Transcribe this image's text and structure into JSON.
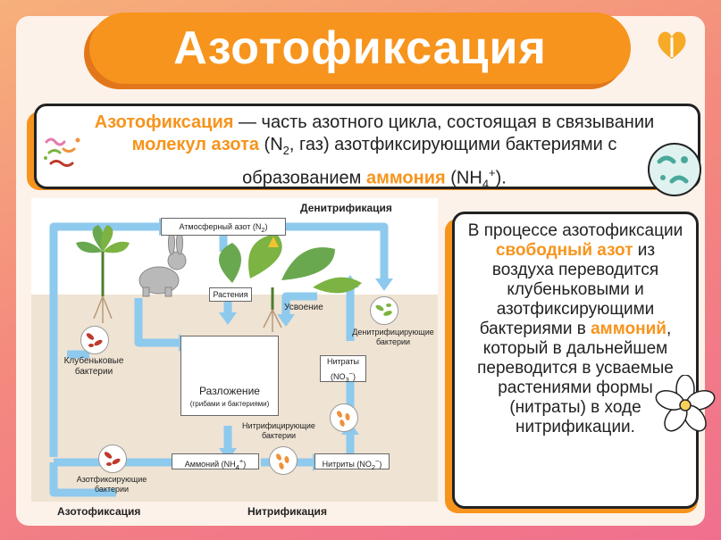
{
  "title": "Азотофиксация",
  "definition": {
    "term": "Азотофиксация",
    "part1": " — часть азотного цикла, состоящая в связывании ",
    "hl1": "молекул азота",
    "part2": " (N",
    "sub1": "2",
    "part3": ", газ) азотфиксирующими бактериями с образованием ",
    "hl2": "аммония",
    "part4": " (NH",
    "sub2": "4",
    "sup2": "+",
    "part5": ")."
  },
  "sidebar": {
    "p1": "В процессе азотофиксации ",
    "hl": "свободный азот",
    "p2": " из воздуха переводится клубеньковыми и азотфиксирующими бактериями в ",
    "hl2": "аммоний",
    "p3": ", который в дальнейшем переводится в усваемые растениями формы (нитраты) в ходе нитрификации."
  },
  "diagram": {
    "denitrification": "Денитрификация",
    "atmospheric": "Атмосферный азот (N",
    "atmospheric_sub": "2",
    "atmospheric_end": ")",
    "plants": "Растения",
    "assimilation": "Усвоение",
    "denitrifying": "Денитрифицирующие бактерии",
    "nodule": "Клубеньковые бактерии",
    "decomposition": "Разложение",
    "decomposition_sub": "(грибами и бактериями)",
    "nitrates": "Нитраты",
    "nitrates_formula": "(NO",
    "nitrates_sub": "3",
    "nitrates_sup": "−",
    "nitrates_end": ")",
    "nitrifying": "Нитрифицирующие бактерии",
    "ammonium": "Аммоний (NH",
    "ammonium_sub": "4",
    "ammonium_sup": "+",
    "ammonium_end": ")",
    "nitrites": "Нитриты (NO",
    "nitrites_sub": "2",
    "nitrites_sup": "−",
    "nitrites_end": ")",
    "fixing": "Азотфиксирующие бактерии",
    "bottom_left": "Азотофиксация",
    "bottom_right": "Нитрификация"
  },
  "colors": {
    "accent": "#f7941d",
    "arrow": "#8ec9ee",
    "bacteria_red": "#c0392b",
    "bacteria_green": "#7cb342",
    "bacteria_orange": "#f0913a"
  }
}
